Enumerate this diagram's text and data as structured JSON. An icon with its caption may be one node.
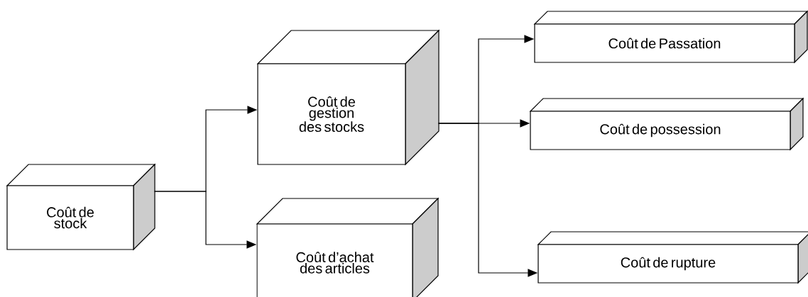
{
  "diagram": {
    "nodes": [
      {
        "text": [
          "Coût de stock"
        ]
      },
      {
        "text": [
          "Coût de gestion des stocks"
        ]
      },
      {
        "text": [
          "Coût d’achat des articles"
        ]
      },
      {
        "text": [
          "Coût de Passation"
        ]
      },
      {
        "text": [
          "Coût de possession"
        ]
      },
      {
        "text": [
          "Coût de rupture"
        ]
      }
    ],
    "edges": [
      {
        "from": 0,
        "to": 1,
        "arrow": "to"
      },
      {
        "from": 0,
        "to": 2,
        "arrow": "to"
      },
      {
        "from": 1,
        "to": 3,
        "arrow": "to"
      },
      {
        "from": 1,
        "to": 4,
        "arrow": "to"
      },
      {
        "from": 1,
        "to": 5,
        "arrow": "to"
      }
    ]
  }
}
